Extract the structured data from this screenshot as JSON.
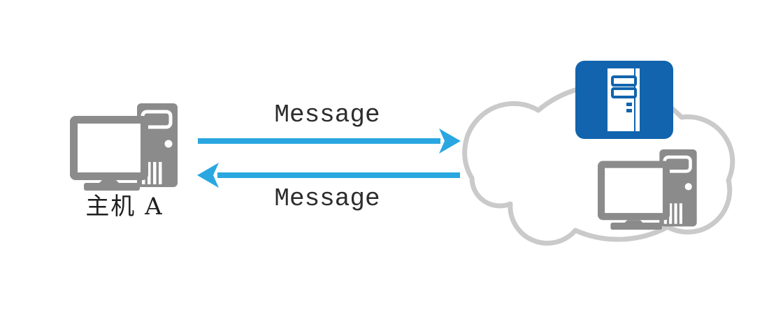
{
  "diagram": {
    "host_label": "主机 A",
    "messages": [
      "Message",
      "Message"
    ],
    "colors": {
      "arrow": "#2aa7e0",
      "server_box": "#1164ad",
      "device": "#8b8b8b",
      "cloud_outline": "#cacaca",
      "text": "#2d2d2d",
      "background": "#ffffff"
    },
    "icons": [
      "host-computer-icon",
      "arrow-right-icon",
      "arrow-left-icon",
      "cloud-icon",
      "server-icon",
      "remote-computer-icon"
    ]
  }
}
